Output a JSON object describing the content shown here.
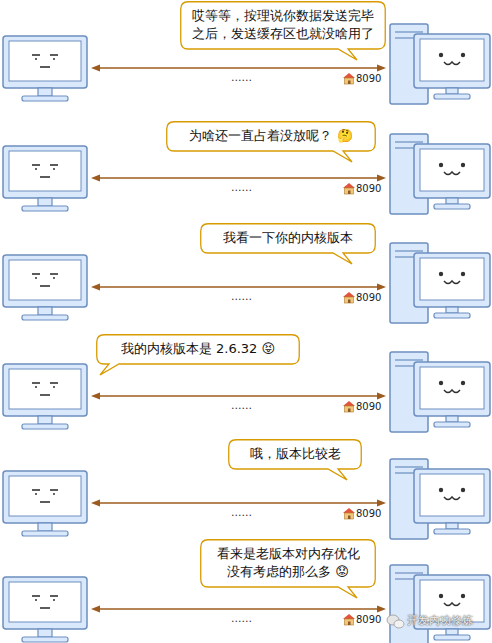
{
  "diagram": {
    "nodes": [
      {
        "text": [
          "哎等等，按理说你数据发送完毕 之后，发送缓存区也就没啥用了"
        ]
      },
      {
        "text": [
          "为啥还一直占着没放呢？ 🤔"
        ]
      },
      {
        "text": [
          "我看一下你的内核版本"
        ]
      },
      {
        "text": [
          "我的内核版本是 2.6.32 😝"
        ]
      },
      {
        "text": [
          "哦，版本比较老"
        ]
      },
      {
        "text": [
          "看来是老版本对内存优化 没有考虑的那么多 😟"
        ]
      }
    ],
    "labels": [
      "......",
      "8090",
      "......",
      "8090",
      "......",
      "8090",
      "......",
      "8090",
      "......",
      "8090",
      "......",
      "8090",
      "开发内功修炼"
    ]
  }
}
